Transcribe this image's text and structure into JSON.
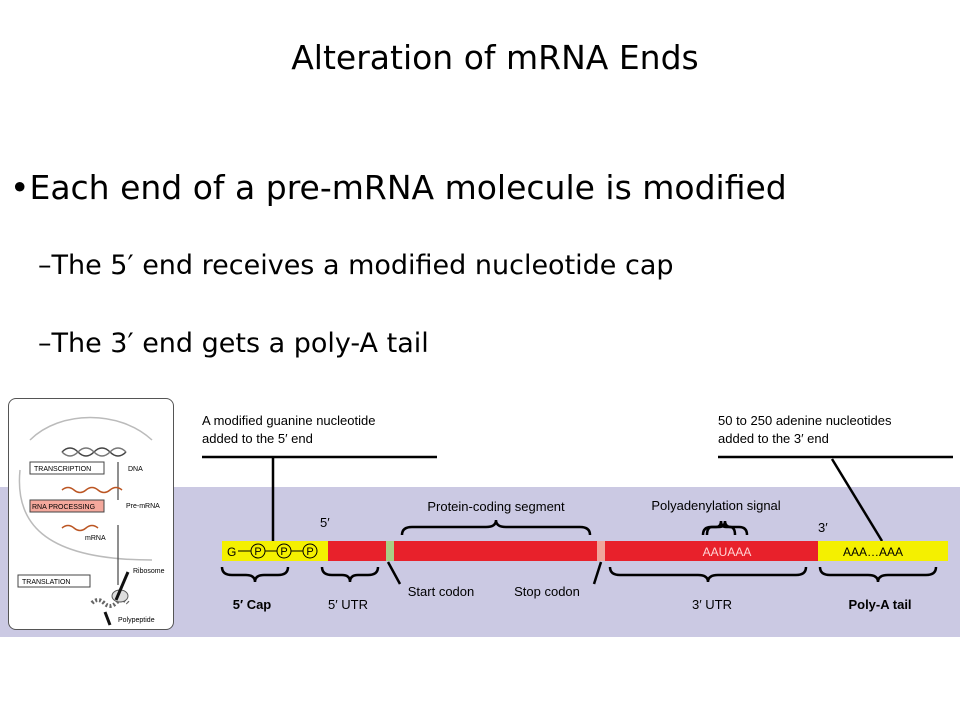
{
  "title": "Alteration of mRNA Ends",
  "bullet": "Each end of a pre-mRNA molecule is modified",
  "subs": [
    {
      "dash": "–",
      "text": "The 5′ end receives a modified nucleotide cap"
    },
    {
      "dash": "–",
      "text": "The 3′ end gets a poly-A tail"
    }
  ],
  "inset": {
    "transcription": "TRANSCRIPTION",
    "dna": "DNA",
    "rna_processing": "RNA PROCESSING",
    "pre_mrna": "Pre-mRNA",
    "mrna": "mRNA",
    "translation": "TRANSLATION",
    "ribosome": "Ribosome",
    "polypeptide": "Polypeptide"
  },
  "callouts": {
    "left_line1": "A modified guanine nucleotide",
    "left_line2": "added to the 5′ end",
    "right_line1": "50 to 250 adenine nucleotides",
    "right_line2": "added to the 3′ end"
  },
  "strand": {
    "g": "G",
    "p": "P",
    "five_prime": "5′",
    "three_prime": "3′",
    "aauaaa": "AAUAAA",
    "poly_a": "AAA…AAA"
  },
  "labels": {
    "protein_coding": "Protein-coding segment",
    "polyadenylation": "Polyadenylation signal",
    "cap": "5′ Cap",
    "utr5": "5′ UTR",
    "start_codon": "Start codon",
    "stop_codon": "Stop codon",
    "utr3": "3′ UTR",
    "poly_a_tail": "Poly-A tail"
  },
  "colors": {
    "cap_yellow": "#f4f000",
    "coding_red": "#e8212b",
    "band": "#cbc9e3",
    "start_marker": "#a9cf85",
    "stop_marker": "#f0a69c",
    "rna_processing_box": "#f4a89c"
  }
}
